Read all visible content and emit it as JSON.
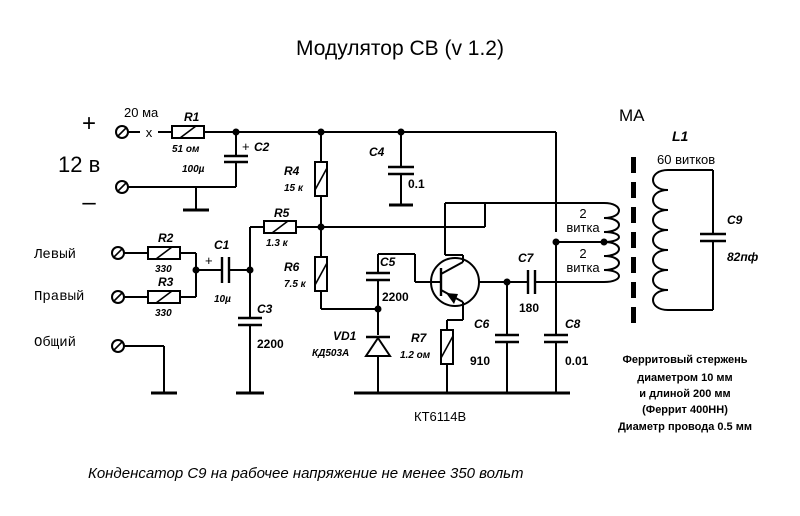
{
  "title": "Модулятор СВ (v 1.2)",
  "power": {
    "plus": "+",
    "minus": "–",
    "voltage": "12 в",
    "current": "20 ма",
    "switch_mark": "x"
  },
  "inputs": {
    "left": "Левый",
    "right": "Правый",
    "common": "Общий"
  },
  "components": {
    "R1": {
      "name": "R1",
      "value": "51 ом"
    },
    "R2": {
      "name": "R2",
      "value": "330"
    },
    "R3": {
      "name": "R3",
      "value": "330"
    },
    "R4": {
      "name": "R4",
      "value": "15 к"
    },
    "R5": {
      "name": "R5",
      "value": "1.3 к"
    },
    "R6": {
      "name": "R6",
      "value": "7.5 к"
    },
    "R7": {
      "name": "R7",
      "value": "1.2 ом"
    },
    "C1": {
      "name": "C1",
      "value": "10µ",
      "sign": "+"
    },
    "C2": {
      "name": "C2",
      "value": "100µ",
      "sign": "+"
    },
    "C3": {
      "name": "C3",
      "value": "2200"
    },
    "C4": {
      "name": "C4",
      "value": "0.1"
    },
    "C5": {
      "name": "C5",
      "value": "2200"
    },
    "C6": {
      "name": "C6",
      "value": "910"
    },
    "C7": {
      "name": "C7",
      "value": "180"
    },
    "C8": {
      "name": "C8",
      "value": "0.01"
    },
    "C9": {
      "name": "C9",
      "value": "82пф"
    },
    "VD1": {
      "name": "VD1",
      "value": "КД503А"
    },
    "transistor": {
      "value": "КТ6114В"
    },
    "L1": {
      "name": "L1",
      "turns": "60 витков"
    }
  },
  "antenna": {
    "label": "МА",
    "coil_top_num": "2",
    "coil_top_unit": "витка",
    "coil_bottom_num": "2",
    "coil_bottom_unit": "витка"
  },
  "notes": [
    "Ферритовый стержень",
    "диаметром 10 мм",
    "и длиной 200 мм",
    "(Феррит 400НН)",
    "Диаметр провода 0.5 мм"
  ],
  "footer": "Конденсатор С9 на рабочее напряжение не менее 350 вольт"
}
